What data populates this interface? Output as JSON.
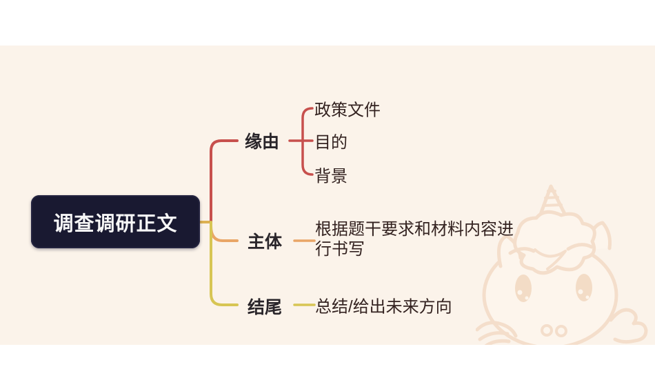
{
  "slide": {
    "background": "#ffffff",
    "canvas_background": "#fbf3ea"
  },
  "mindmap": {
    "root": {
      "label": "调查调研正文",
      "bg_color": "#191931",
      "text_color": "#f7f7f7"
    },
    "branches": [
      {
        "label": "缘由",
        "line_color": "#c7504d",
        "children": [
          "政策文件",
          "目的",
          "背景"
        ]
      },
      {
        "label": "主体",
        "line_color": "#e9a566",
        "children": [
          "根据题干要求和材料内容进行书写"
        ]
      },
      {
        "label": "结尾",
        "line_color": "#d7c554",
        "children": [
          "总结/给出未来方向"
        ]
      }
    ]
  },
  "watermark": {
    "icon": "unicorn-mascot",
    "outline_color": "#f4decb"
  }
}
